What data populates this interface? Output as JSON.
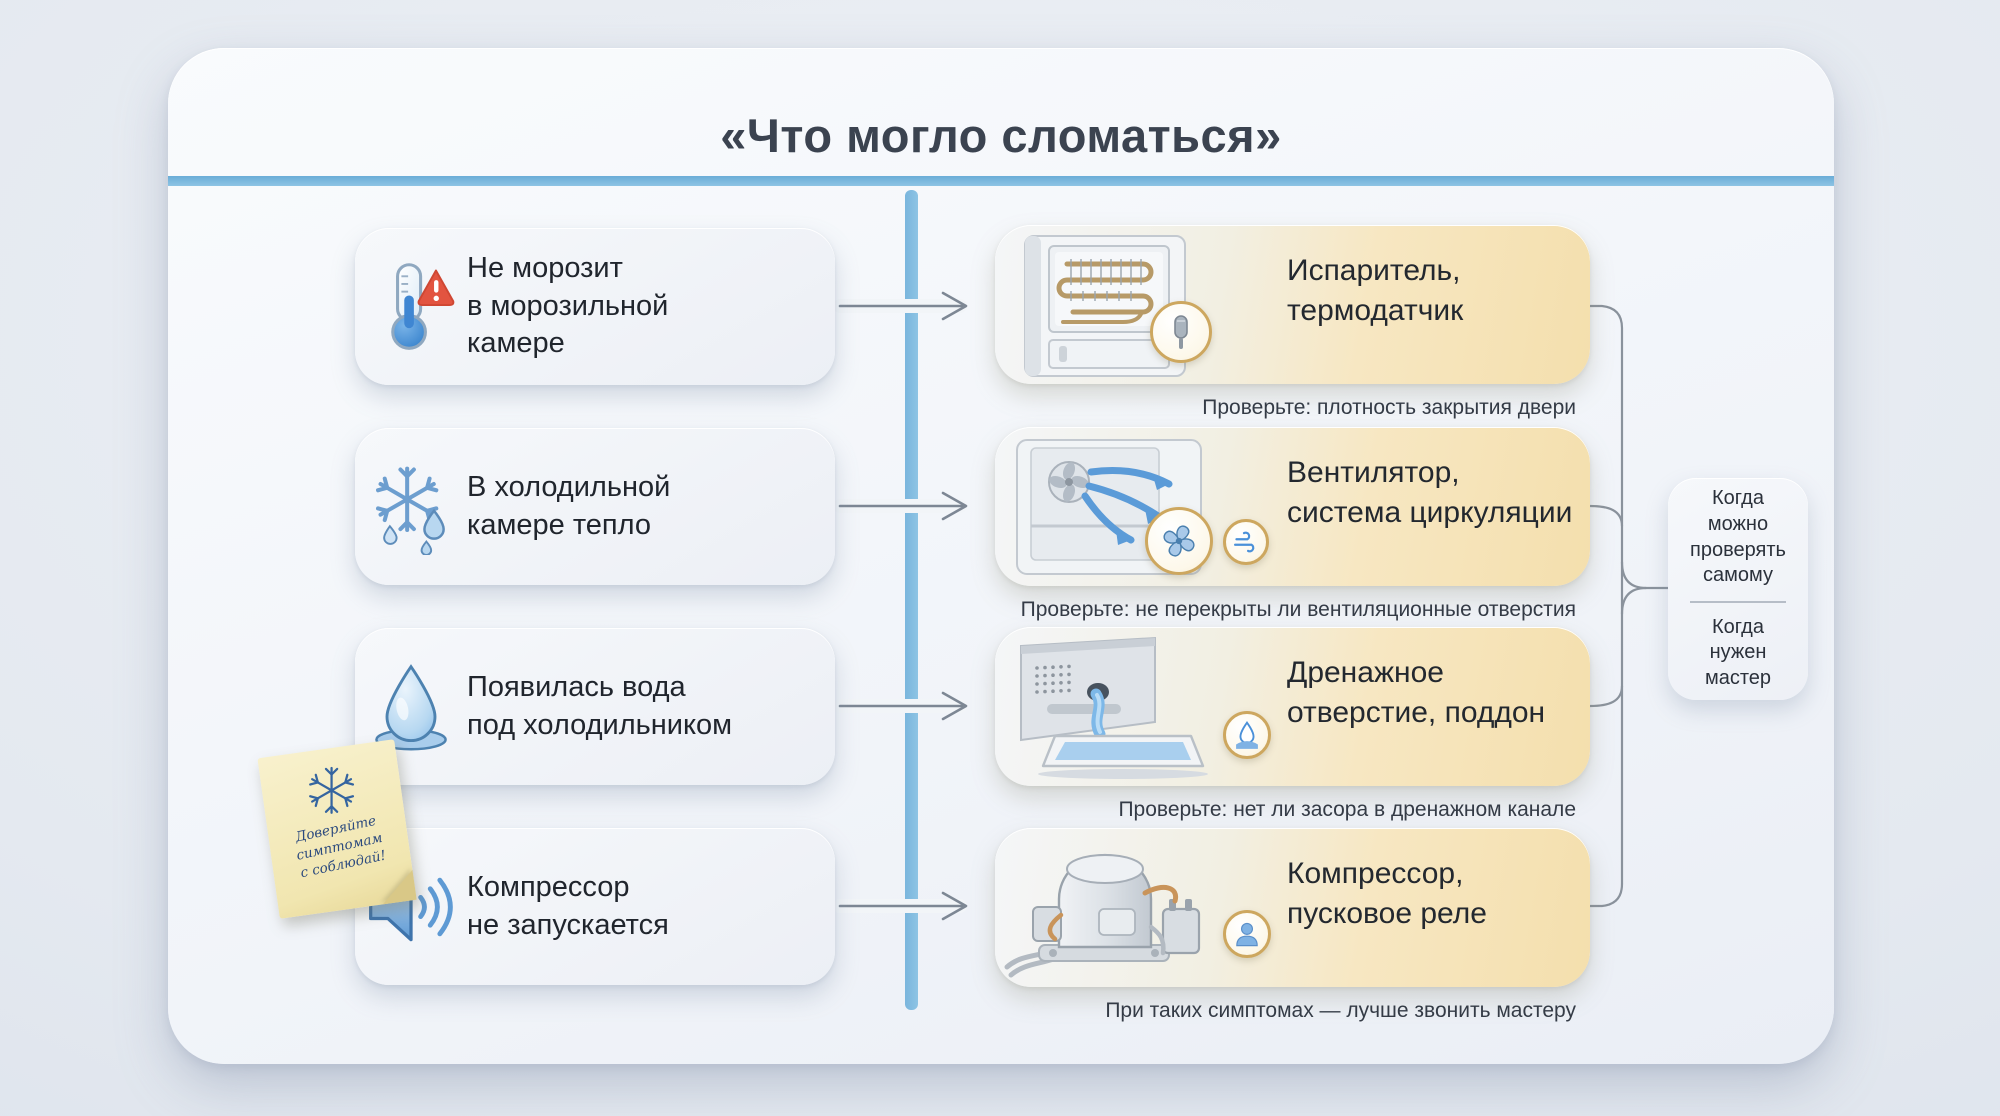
{
  "title": "«Что могло сломаться»",
  "symptoms": [
    {
      "label": "Не морозит\nв морозильной\nкамере",
      "icon": "thermometer-alert-icon"
    },
    {
      "label": "В холодильной\nкамере тепло",
      "icon": "melting-snowflake-icon"
    },
    {
      "label": "Появилась вода\nпод холодильником",
      "icon": "water-drop-icon"
    },
    {
      "label": "Компрессор\nне запускается",
      "icon": "speaker-sound-icon"
    }
  ],
  "causes": [
    {
      "title": "Испаритель,\nтермодатчик",
      "caption": "Проверьте: плотность закрытия двери",
      "illustration": "freezer-evaporator-illustration",
      "badges": [
        "temperature-sensor-icon"
      ]
    },
    {
      "title": "Вентилятор,\nсистема циркуляции",
      "caption": "Проверьте: не перекрыты ли вентиляционные отверстия",
      "illustration": "fridge-fan-airflow-illustration",
      "badges": [
        "fan-icon",
        "wind-icon"
      ]
    },
    {
      "title": "Дренажное\nотверстие, поддон",
      "caption": "Проверьте: нет ли засора в дренажном канале",
      "illustration": "drain-hole-tray-illustration",
      "badges": [
        "water-drop-icon"
      ]
    },
    {
      "title": "Компрессор,\nпусковое реле",
      "caption": "При таких симптомах — лучше звонить мастеру",
      "illustration": "compressor-relay-illustration",
      "badges": [
        "person-icon"
      ]
    }
  ],
  "legend": {
    "self_check": "Когда можно проверять самому",
    "need_master": "Когда нужен мастер"
  },
  "sticky_note": {
    "line1": "Доверяйте симптомам",
    "line2": "с соблюдай!"
  },
  "colors": {
    "accent_blue": "#7fbadf",
    "card_cream": "#f6e4b8",
    "warning_red": "#e05038",
    "icon_blue": "#4a90d9",
    "title_text": "#3b4350"
  }
}
